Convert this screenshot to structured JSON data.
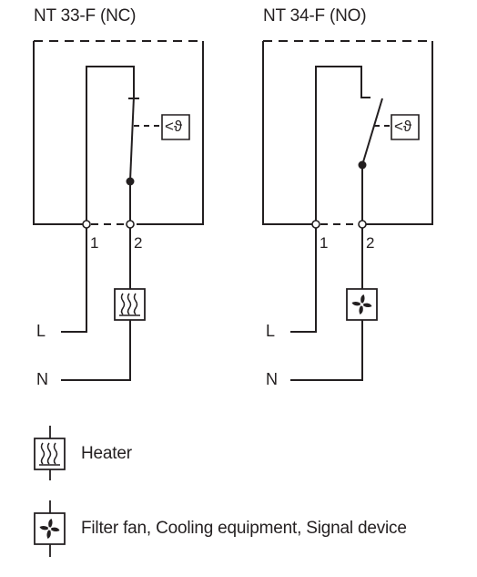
{
  "diagrams": [
    {
      "title": "NT 33-F (NC)",
      "terminals": [
        "1",
        "2"
      ],
      "lines": [
        "L",
        "N"
      ],
      "sensor_symbol": "<ϑ",
      "contact_type": "normally-closed",
      "load_icon": "heater-icon"
    },
    {
      "title": "NT 34-F (NO)",
      "terminals": [
        "1",
        "2"
      ],
      "lines": [
        "L",
        "N"
      ],
      "sensor_symbol": "<ϑ",
      "contact_type": "normally-open",
      "load_icon": "fan-icon"
    }
  ],
  "legend": [
    {
      "icon": "heater-icon",
      "label": "Heater"
    },
    {
      "icon": "fan-icon",
      "label": "Filter fan, Cooling equipment, Signal device"
    }
  ],
  "colors": {
    "line": "#231f20",
    "background": "#ffffff"
  }
}
